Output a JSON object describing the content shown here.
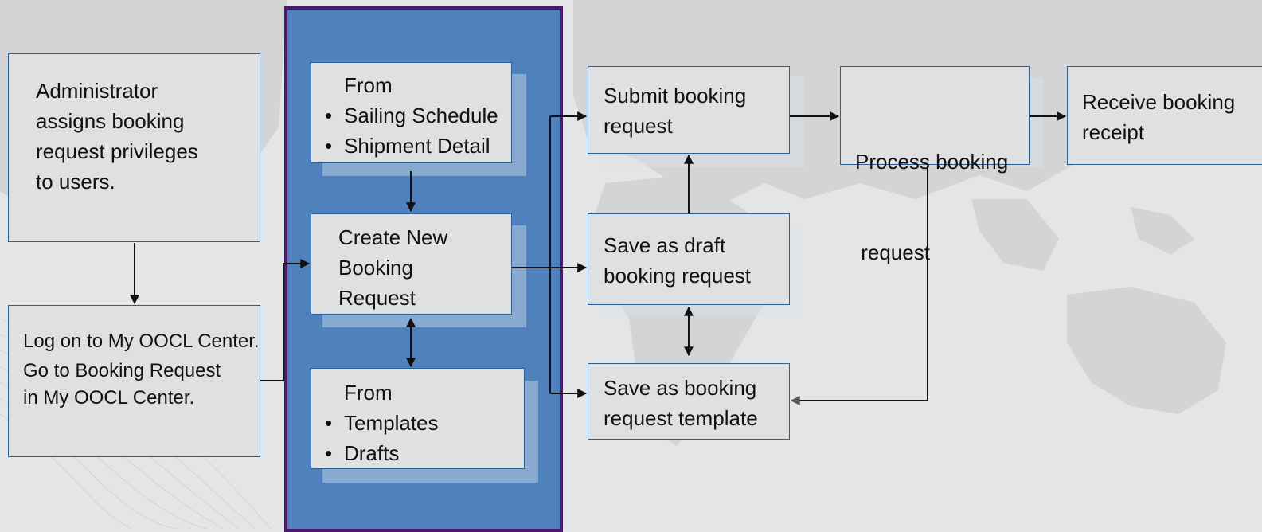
{
  "admin_box": {
    "lines": [
      "Administrator",
      "assigns booking",
      "request privileges",
      "to users."
    ]
  },
  "logon_box": {
    "lines": [
      "Log on to My OOCL Center.",
      "Go to Booking Request",
      "in My OOCL Center."
    ]
  },
  "from_sailing_box": {
    "heading": "From",
    "bullets": [
      "Sailing Schedule",
      "Shipment Detail"
    ]
  },
  "create_new_box": {
    "lines": [
      "Create New",
      "Booking",
      "Request"
    ]
  },
  "from_templates_box": {
    "heading": "From",
    "bullets": [
      "Templates",
      "Drafts"
    ]
  },
  "submit_box": {
    "lines": [
      "Submit booking",
      "request"
    ]
  },
  "save_draft_box": {
    "lines": [
      "Save as draft",
      "booking request"
    ]
  },
  "save_template_box": {
    "lines": [
      "Save as booking",
      "request template"
    ]
  },
  "process_box": {
    "lines": [
      "Process booking",
      " request"
    ]
  },
  "receive_box": {
    "lines": [
      "Receive booking",
      "receipt"
    ]
  },
  "colors": {
    "panel_fill": "#4f81bd",
    "panel_border": "#4b1a6e",
    "box_fill": "#dfe0e1",
    "box_border": "#2e5f93",
    "arrow": "#111111"
  }
}
